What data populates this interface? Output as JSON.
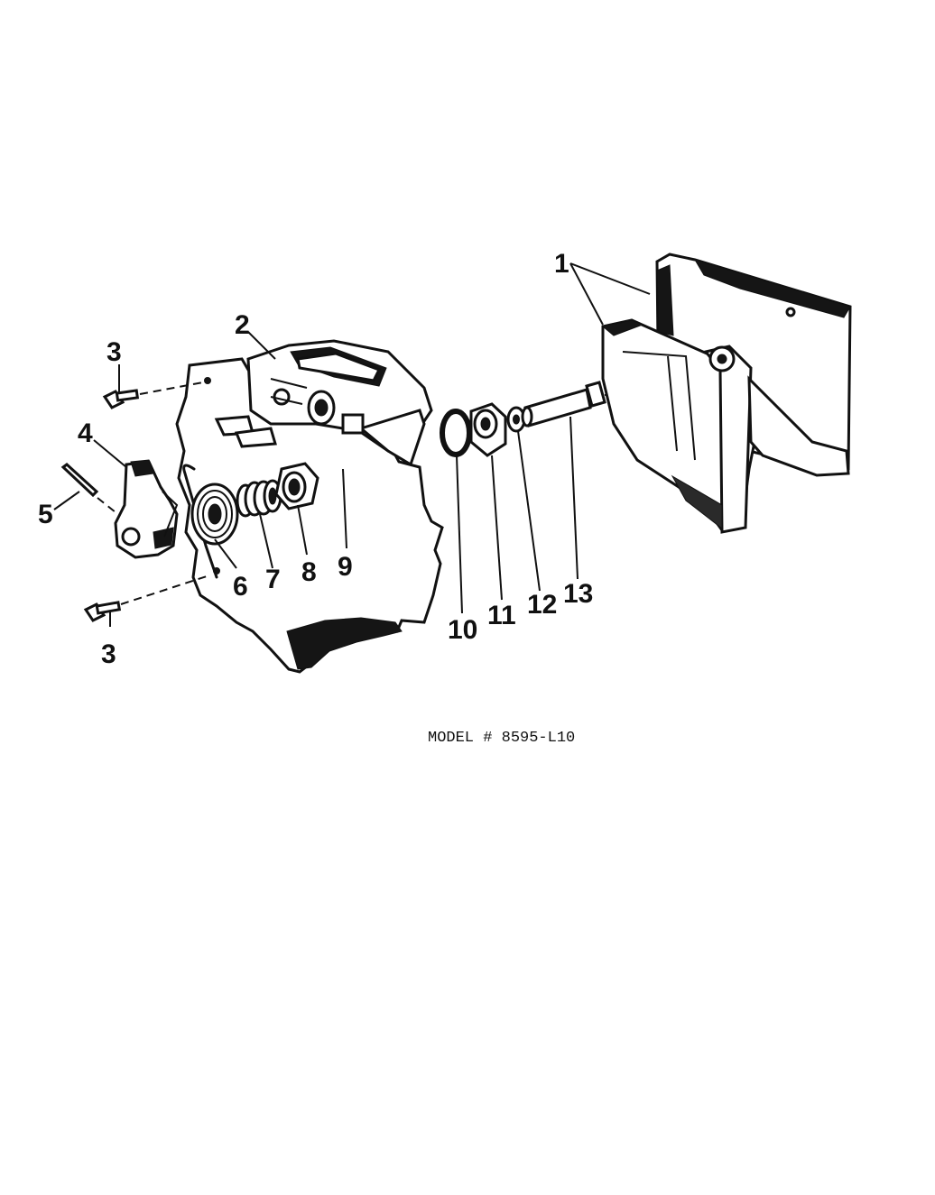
{
  "model_caption": "MODEL # 8595-L10",
  "callouts": {
    "c1": "1",
    "c2": "2",
    "c3_top": "3",
    "c3_bottom": "3",
    "c4": "4",
    "c5": "5",
    "c6": "6",
    "c7": "7",
    "c8": "8",
    "c9": "9",
    "c10": "10",
    "c11": "11",
    "c12": "12",
    "c13": "13"
  }
}
